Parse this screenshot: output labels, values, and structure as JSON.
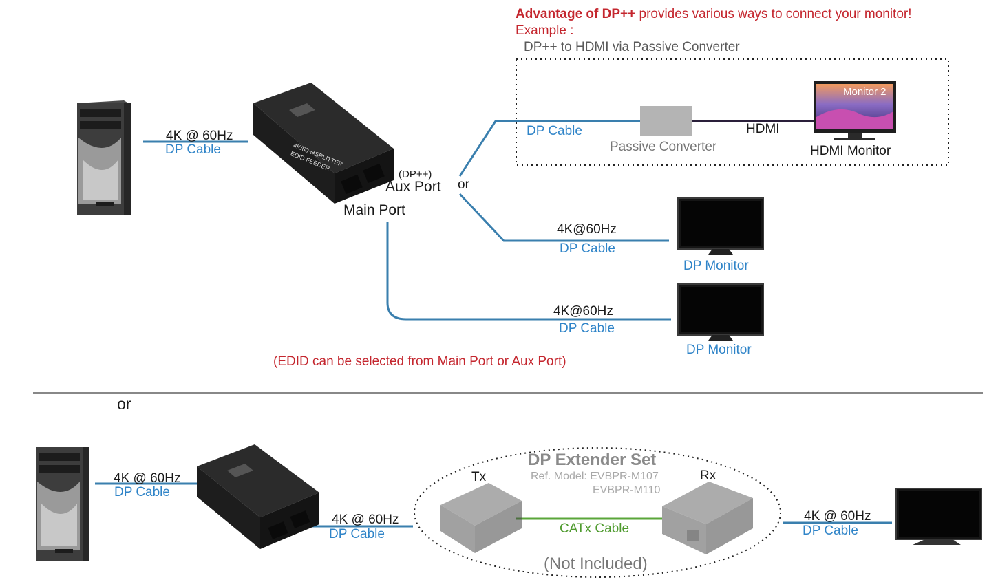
{
  "advantage": {
    "title_bold": "Advantage of DP++",
    "title_rest": " provides various ways to connect your monitor!",
    "example": "Example :",
    "subtitle": "DP++ to HDMI via Passive Converter"
  },
  "top": {
    "pc_cable_speed": "4K @ 60Hz",
    "pc_cable": "DP Cable",
    "dp_pp": "(DP++)",
    "aux_port": "Aux Port",
    "main_port": "Main Port",
    "or_label": "or",
    "hdmi_branch": {
      "cable": "DP Cable",
      "converter": "Passive Converter",
      "hdmi_label": "HDMI",
      "monitor": "HDMI Monitor",
      "screen_text": "Monitor 2"
    },
    "aux_dp_branch": {
      "speed": "4K@60Hz",
      "cable": "DP Cable",
      "monitor": "DP Monitor"
    },
    "main_branch": {
      "speed": "4K@60Hz",
      "cable": "DP Cable",
      "monitor": "DP Monitor"
    },
    "edid_note": "(EDID can be selected from Main Port or Aux Port)"
  },
  "divider_or": "or",
  "bottom": {
    "pc_cable_speed": "4K @ 60Hz",
    "pc_cable": "DP Cable",
    "feeder_cable_speed": "4K @ 60Hz",
    "feeder_cable": "DP Cable",
    "extender_title": "DP Extender Set",
    "ref_model": "Ref. Model: EVBPR-M107",
    "ref_model2": "EVBPR-M110",
    "tx": "Tx",
    "rx": "Rx",
    "catx": "CATx Cable",
    "not_included": "(Not Included)",
    "mon_cable_speed": "4K @ 60Hz",
    "mon_cable": "DP Cable"
  },
  "device_labels": {
    "feeder_line1": "4K/60 ⇌SPLITTER",
    "feeder_line2": "EDID FEEDER"
  },
  "colors": {
    "cable": "#3a7fae",
    "catx": "#5aa63a",
    "hdmi_cable": "#2a1f3a",
    "red": "#c4262e",
    "blue_text": "#2f84c8"
  }
}
